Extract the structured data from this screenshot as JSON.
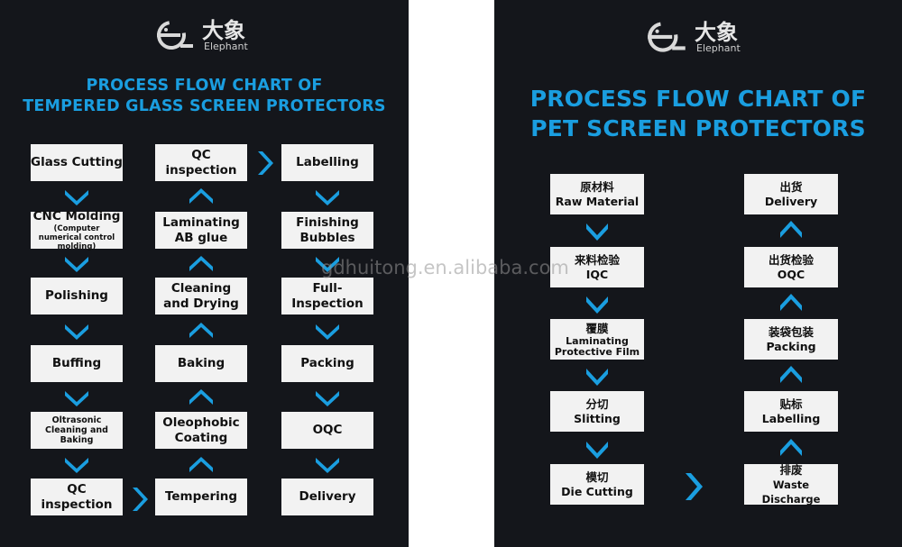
{
  "colors": {
    "panel_bg": "#14161b",
    "title_blue": "#1a9ee0",
    "arrow_blue": "#1a9ee0",
    "box_bg": "#f2f2f2"
  },
  "brand": {
    "logo_icon": "elephant-logo-icon",
    "name_cn": "大象",
    "name_en": "Elephant"
  },
  "left": {
    "title_line1": "PROCESS FLOW CHART OF",
    "title_line2": "TEMPERED GLASS SCREEN PROTECTORS",
    "col1": [
      {
        "text": "Glass Cutting"
      },
      {
        "text": "CNC Molding",
        "sub": "(Computer numerical control molding)"
      },
      {
        "text": "Polishing"
      },
      {
        "text": "Buffing"
      },
      {
        "text": "Oltrasonic Cleaning and Baking"
      },
      {
        "text": "QC inspection"
      }
    ],
    "col2": [
      {
        "text": "QC inspection"
      },
      {
        "text": "Laminating AB glue"
      },
      {
        "text": "Cleaning and Drying"
      },
      {
        "text": "Baking"
      },
      {
        "text": "Oleophobic Coating"
      },
      {
        "text": "Tempering"
      }
    ],
    "col3": [
      {
        "text": "Labelling"
      },
      {
        "text": "Finishing Bubbles"
      },
      {
        "text": "Full-Inspection"
      },
      {
        "text": "Packing"
      },
      {
        "text": "OQC"
      },
      {
        "text": "Delivery"
      }
    ]
  },
  "right": {
    "title_line1": "PROCESS FLOW CHART OF",
    "title_line2": "PET SCREEN PROTECTORS",
    "col1": [
      {
        "cn": "原材料",
        "en": "Raw Material"
      },
      {
        "cn": "来料检验",
        "en": "IQC"
      },
      {
        "cn": "覆膜",
        "en": "Laminating Protective Film"
      },
      {
        "cn": "分切",
        "en": "Slitting"
      },
      {
        "cn": "模切",
        "en": "Die Cutting"
      }
    ],
    "col2": [
      {
        "cn": "出货",
        "en": "Delivery"
      },
      {
        "cn": "出货检验",
        "en": "OQC"
      },
      {
        "cn": "装袋包装",
        "en": "Packing"
      },
      {
        "cn": "贴标",
        "en": "Labelling"
      },
      {
        "cn": "排废",
        "en": "Waste Discharge"
      }
    ]
  },
  "watermark": "gdhuitong.en.alibaba.com"
}
